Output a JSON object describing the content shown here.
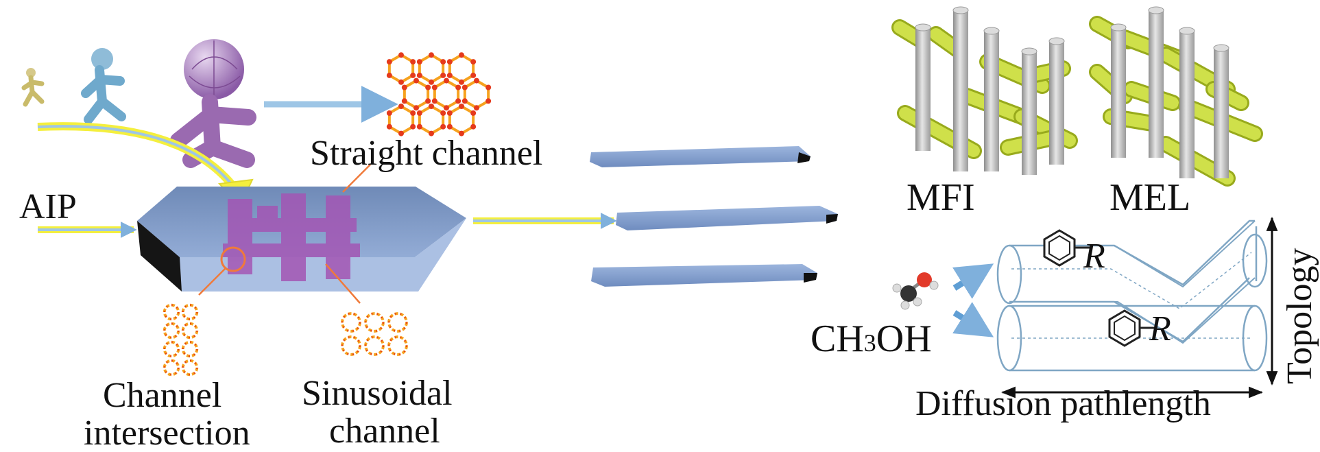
{
  "labels": {
    "aip": "AIP",
    "straight_channel": "Straight channel",
    "channel_intersection_line1": "Channel",
    "channel_intersection_line2": "intersection",
    "sinusoidal_line1": "Sinusoidal",
    "sinusoidal_line2": "channel",
    "mfi": "MFI",
    "mel": "MEL",
    "r_top": "R",
    "r_bottom": "R",
    "methanol_ch": "CH",
    "methanol_sub": "3",
    "methanol_oh": "OH",
    "topology": "Topology",
    "diffusion_pathlength": "Diffusion pathlength"
  },
  "colors": {
    "crystal_top": "#7f98c4",
    "crystal_front": "#9ab0d8",
    "crystal_side": "#151515",
    "channel_purple": "#a356b4",
    "runner_purple": "#9a6ab0",
    "runner_blue": "#6fa9cc",
    "arrow_yellow": "#f4ef3e",
    "arrow_blue": "#9ec6e6",
    "rod_gray": "#c6c6c6",
    "rod_green": "#cfe04a",
    "framework_red": "#e53a1c",
    "framework_orange": "#f6a21e",
    "pipe_stroke": "#7fa6c4",
    "text": "#111111"
  },
  "icons": [
    "runner-small-icon",
    "runner-blue-icon",
    "runner-purple-icon",
    "methanol-molecule-icon",
    "benzene-ring-icon"
  ]
}
